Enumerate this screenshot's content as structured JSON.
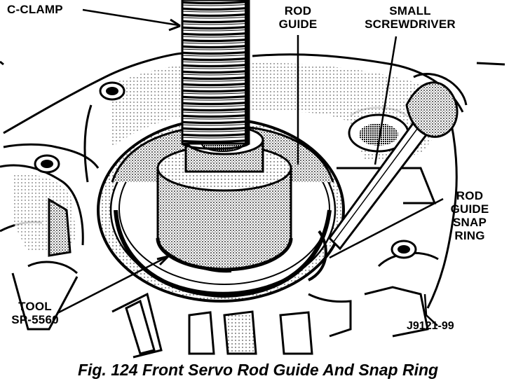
{
  "labels": {
    "c_clamp": "C-CLAMP",
    "rod_guide": [
      "ROD",
      "GUIDE"
    ],
    "small_screwdriver": [
      "SMALL",
      "SCREWDRIVER"
    ],
    "rod_guide_snap_ring": [
      "ROD",
      "GUIDE",
      "SNAP",
      "RING"
    ],
    "tool": [
      "TOOL",
      "SP-5560"
    ]
  },
  "part_number": "J9121-99",
  "caption": "Fig. 124 Front Servo Rod Guide And Snap Ring"
}
